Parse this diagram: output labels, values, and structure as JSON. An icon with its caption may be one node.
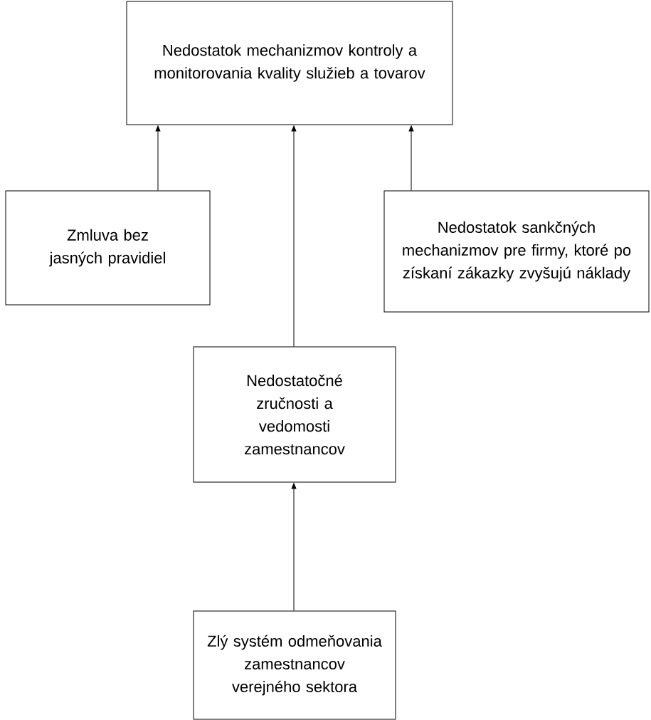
{
  "diagram": {
    "nodes": [
      {
        "text": [
          "Nedostatok mechanizmov kontroly a monitorovania kvality služieb a tovarov"
        ]
      },
      {
        "text": [
          "Zmluva bez jasných pravidiel"
        ]
      },
      {
        "text": [
          "Nedostatok sankčných mechanizmov pre firmy, ktoré po získaní zákazky zvyšujú náklady"
        ]
      },
      {
        "text": [
          "Nedostatočné zručnosti a vedomosti zamestnancov"
        ]
      },
      {
        "text": [
          "Zlý systém odmeňovania zamestnancov verejného sektora"
        ]
      }
    ],
    "edges": [
      {
        "from": 1,
        "to": 0,
        "arrow": "to"
      },
      {
        "from": 3,
        "to": 0,
        "arrow": "to"
      },
      {
        "from": 2,
        "to": 0,
        "arrow": "to"
      },
      {
        "from": 4,
        "to": 3,
        "arrow": "to"
      }
    ]
  }
}
